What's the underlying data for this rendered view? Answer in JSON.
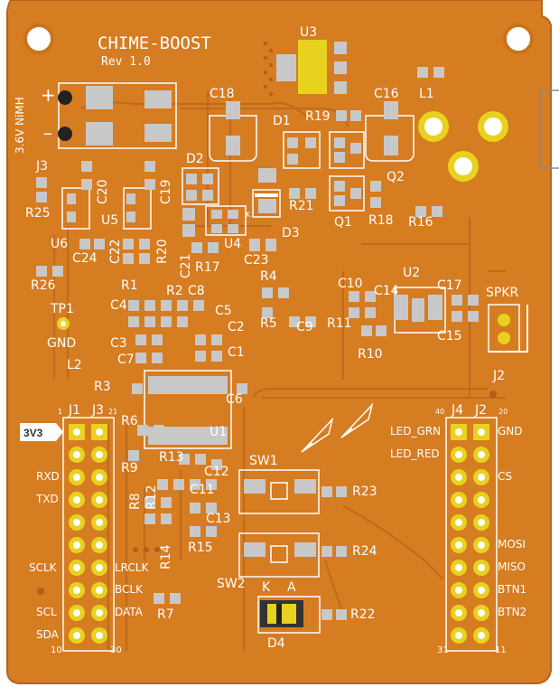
{
  "board": {
    "title": "CHIME-BOOST",
    "revision": "Rev 1.0",
    "battery_label": "3.6V NiMH",
    "battery_plus": "+",
    "battery_minus": "–",
    "power_tag": "3V3",
    "colors": {
      "board": "#d67c21",
      "copper": "#c8731c",
      "trace": "#c06e1e",
      "silk": "#ffffff",
      "pad": "#c8c8c8",
      "gold": "#e8d21e",
      "via": "#6e4010"
    }
  },
  "refs": {
    "U1": "U1",
    "U2": "U2",
    "U3": "U3",
    "U4": "U4",
    "U5": "U5",
    "U6": "U6",
    "Q1": "Q1",
    "Q2": "Q2",
    "D1": "D1",
    "D2": "D2",
    "D3": "D3",
    "D4": "D4",
    "L1": "L1",
    "L2": "L2",
    "J1": "J1",
    "J2": "J2",
    "J3": "J3",
    "J4": "J4",
    "SW1": "SW1",
    "SW2": "SW2",
    "TP1": "TP1",
    "GND": "GND",
    "SPKR": "SPKR",
    "R1": "R1",
    "R2": "R2",
    "R3": "R3",
    "R4": "R4",
    "R5": "R5",
    "R6": "R6",
    "R7": "R7",
    "R8": "R8",
    "R9": "R9",
    "R10": "R10",
    "R11": "R11",
    "R12": "R12",
    "R13": "R13",
    "R14": "R14",
    "R15": "R15",
    "R16": "R16",
    "R17": "R17",
    "R18": "R18",
    "R19": "R19",
    "R20": "R20",
    "R21": "R21",
    "R22": "R22",
    "R23": "R23",
    "R24": "R24",
    "R25": "R25",
    "R26": "R26",
    "C1": "C1",
    "C2": "C2",
    "C3": "C3",
    "C4": "C4",
    "C5": "C5",
    "C6": "C6",
    "C7": "C7",
    "C8": "C8",
    "C9": "C9",
    "C10": "C10",
    "C11": "C11",
    "C12": "C12",
    "C13": "C13",
    "C14": "C14",
    "C15": "C15",
    "C16": "C16",
    "C17": "C17",
    "C18": "C18",
    "C19": "C19",
    "C20": "C20",
    "C21": "C21",
    "C22": "C22",
    "C23": "C23",
    "C24": "C24",
    "K": "K",
    "A": "A"
  },
  "left_header": {
    "pin_first": "1",
    "pin_21": "21",
    "pin_10": "10",
    "pin_30": "30",
    "signals_left": [
      "RXD",
      "TXD",
      "SCLK",
      "SCL",
      "SDA"
    ],
    "signals_right": [
      "LRCLK",
      "BCLK",
      "DATA"
    ]
  },
  "right_header": {
    "pin_40": "40",
    "pin_20": "20",
    "pin_31": "31",
    "pin_11": "11",
    "signals_left": [
      "LED_GRN",
      "LED_RED"
    ],
    "signals_right": [
      "GND",
      "CS",
      "MOSI",
      "MISO",
      "BTN1",
      "BTN2"
    ]
  }
}
